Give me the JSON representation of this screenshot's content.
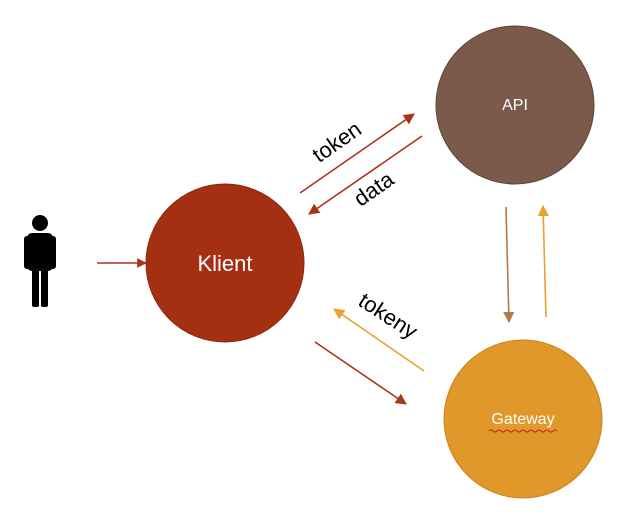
{
  "nodes": {
    "client": {
      "label": "Klient",
      "color": "#A52F11"
    },
    "api": {
      "label": "API",
      "color": "#7B5A4C"
    },
    "gateway": {
      "label": "Gateway",
      "color": "#E0982A"
    }
  },
  "edges": {
    "token": "token",
    "data": "data",
    "tokeny": "tokeny"
  },
  "colors": {
    "arrow_dark": "#A8351A",
    "arrow_brown": "#B87A45",
    "arrow_orange": "#E8A030",
    "person": "#000000",
    "spellcheck_underline": "#D02020"
  },
  "icons": {
    "user": "person-icon"
  }
}
